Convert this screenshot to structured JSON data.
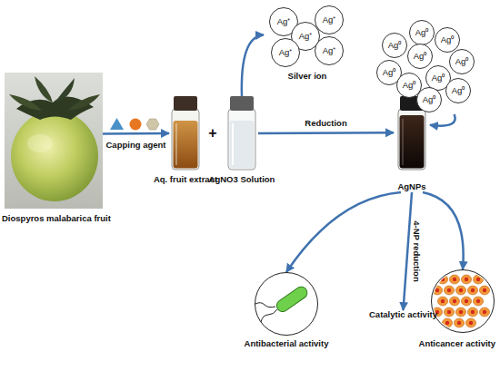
{
  "diagram": {
    "nodes": [
      {
        "text": [
          "Diospyros malabarica fruit"
        ]
      },
      {
        "text": [
          "Aq. fruit extract"
        ]
      },
      {
        "text": [
          "AgNO3 Solution"
        ]
      },
      {
        "text": [
          "Silver ion"
        ]
      },
      {
        "text": [
          "Ag⁺"
        ],
        "in": 3
      },
      {
        "text": [
          "Ag⁺"
        ],
        "in": 3
      },
      {
        "text": [
          "Ag⁺"
        ],
        "in": 3
      },
      {
        "text": [
          "Ag⁺"
        ],
        "in": 3
      },
      {
        "text": [
          "Ag⁺"
        ],
        "in": 3
      },
      {
        "text": [
          "AgNPs"
        ]
      },
      {
        "text": []
      },
      {
        "text": [
          "Ag⁰"
        ],
        "in": 10
      },
      {
        "text": [
          "Ag⁰"
        ],
        "in": 10
      },
      {
        "text": [
          "Ag⁰"
        ],
        "in": 10
      },
      {
        "text": [
          "Ag⁰"
        ],
        "in": 10
      },
      {
        "text": [
          "Ag⁰"
        ],
        "in": 10
      },
      {
        "text": [
          "Ag⁰"
        ],
        "in": 10
      },
      {
        "text": [
          "Ag⁰"
        ],
        "in": 10
      },
      {
        "text": [
          "Ag⁰"
        ],
        "in": 10
      },
      {
        "text": [
          "Ag⁰"
        ],
        "in": 10
      },
      {
        "text": [
          "Ag⁰"
        ],
        "in": 10
      },
      {
        "text": [
          "Antibacterial activity"
        ]
      },
      {
        "text": [
          "Catalytic activity"
        ]
      },
      {
        "text": [
          "Anticancer activity"
        ]
      }
    ],
    "edges": [
      {
        "from": 0,
        "to": 1,
        "label": "Capping agent",
        "arrow": "to"
      },
      {
        "from": 2,
        "to": 3,
        "arrow": "to"
      },
      {
        "from": 2,
        "to": 9,
        "label": "Reduction",
        "arrow": "to"
      },
      {
        "from": 10,
        "to": 9,
        "arrow": "to"
      },
      {
        "from": 9,
        "to": 21,
        "arrow": "to"
      },
      {
        "from": 9,
        "to": 22,
        "label": "4-NP reduction",
        "arrow": "to"
      },
      {
        "from": 9,
        "to": 23,
        "arrow": "to"
      }
    ],
    "labels": [
      "+"
    ]
  }
}
